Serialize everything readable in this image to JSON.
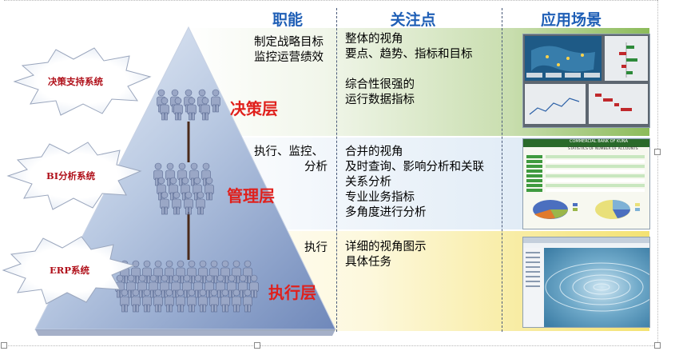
{
  "headers": {
    "col1": "职能",
    "col2": "关注点",
    "col3": "应用场景"
  },
  "tiers": [
    {
      "system": "决策支持系统",
      "layer": "决策层",
      "function_lines": [
        "制定战略目标",
        "监控运营绩效"
      ],
      "focus_lines": [
        "整体的视角",
        "要点、趋势、指标和目标",
        "",
        "综合性很强的",
        "运行数据指标"
      ]
    },
    {
      "system": "BI分析系统",
      "layer": "管理层",
      "function_lines": [
        "执行、监控、",
        "分析"
      ],
      "focus_lines": [
        "合并的视角",
        "及时查询、影响分析和关联",
        "关系分析",
        "专业业务指标",
        "多角度进行分析"
      ]
    },
    {
      "system": "ERP系统",
      "layer": "执行层",
      "function_lines": [
        "执行"
      ],
      "focus_lines": [
        "详细的视角图示",
        "具体任务"
      ]
    }
  ],
  "screenshots": {
    "bi_title": "COMMERCIAL BANK OF KUNA",
    "bi_subtitle": "STATISTICS OF NUMBER OF ACCOUNTS"
  },
  "colors": {
    "header_blue": "#1f5fb6",
    "layer_red": "#e0201c",
    "band_green": "#8cbb5a",
    "band_blue": "#dde9f4",
    "band_yellow": "#f4e272",
    "pyramid_blue": "#7f97c4"
  }
}
